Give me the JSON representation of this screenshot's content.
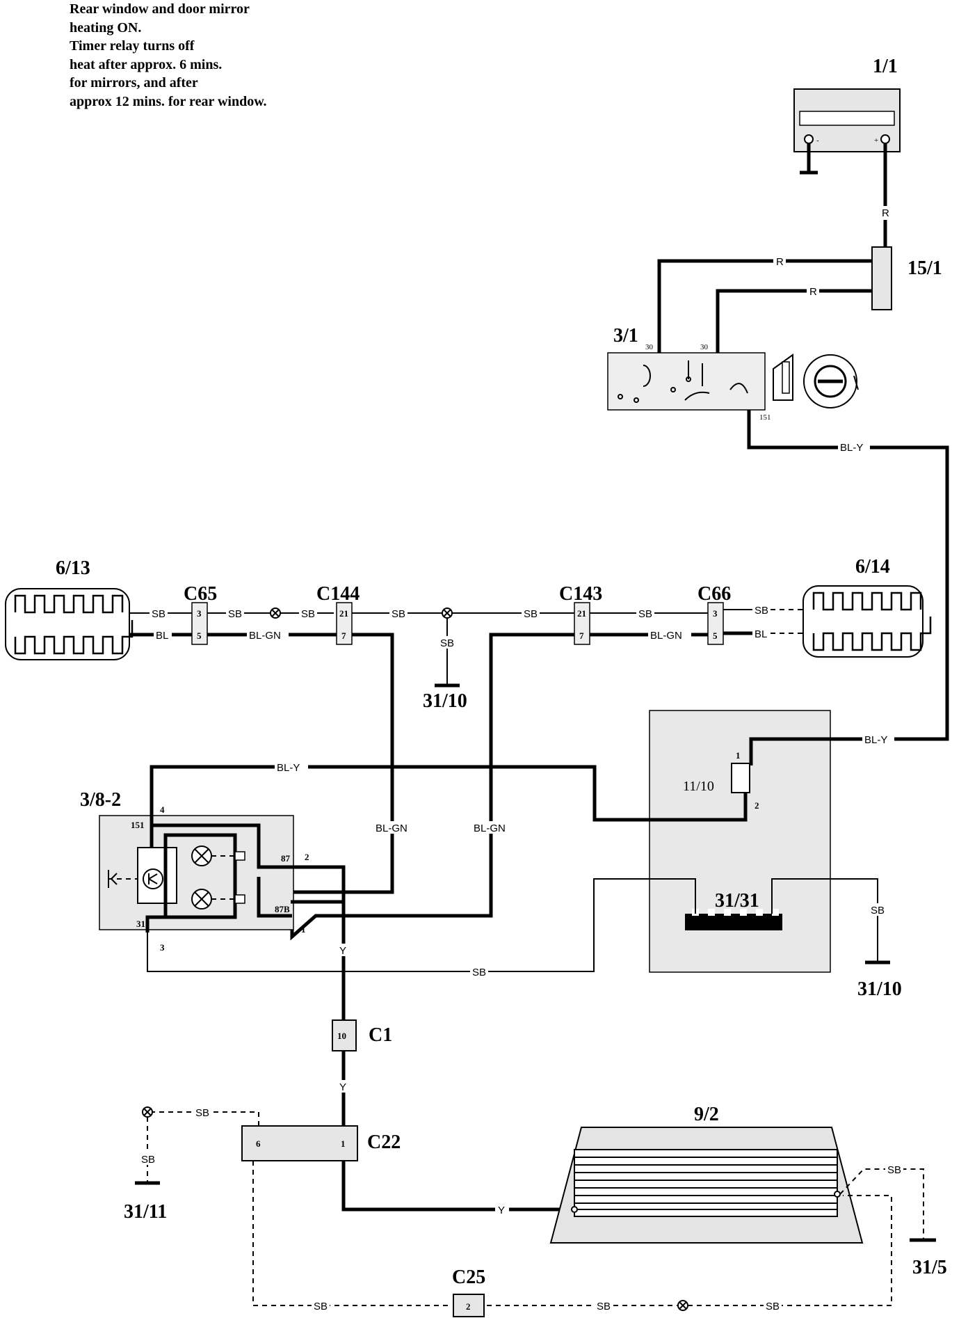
{
  "note": {
    "lines": [
      "Rear window and door mirror",
      "heating ON.",
      "Timer relay turns off",
      "heat after approx. 6 mins.",
      "for mirrors, and after",
      "approx 12 mins. for rear window."
    ]
  },
  "components": {
    "battery": "1/1",
    "fuse_box": "15/1",
    "ignition_switch": "3/1",
    "mirror_left": "6/13",
    "mirror_right": "6/14",
    "connector_c65": "C65",
    "connector_c144": "C144",
    "connector_c143": "C143",
    "connector_c66": "C66",
    "timer_relay": "3/8-2",
    "control_panel_switch": "11/10",
    "earth_bar": "31/31",
    "connector_c1": "C1",
    "connector_c22": "C22",
    "connector_c25": "C25",
    "rear_window": "9/2",
    "ground_31_10_a": "31/10",
    "ground_31_10_b": "31/10",
    "ground_31_11": "31/11",
    "ground_31_5": "31/5"
  },
  "pins": {
    "c65_top": "3",
    "c65_bot": "5",
    "c144_top": "21",
    "c144_bot": "7",
    "c143_top": "21",
    "c143_bot": "7",
    "c66_top": "3",
    "c66_bot": "5",
    "c1": "10",
    "c22_left": "6",
    "c22_right": "1",
    "c25": "2",
    "ign_30": "30",
    "ign_30b": "30",
    "ign_151": "151",
    "relay_151": "151",
    "relay_31": "31",
    "relay_87": "87",
    "relay_87b": "87B",
    "relay_4": "4",
    "relay_2": "2",
    "relay_1": "1",
    "relay_3": "3",
    "sw_1": "1",
    "sw_2": "2"
  },
  "wires": {
    "r_batt": "R",
    "r1": "R",
    "r2": "R",
    "bl_y_ign": "BL-Y",
    "bl_y_right": "BL-Y",
    "bl_y_relay": "BL-Y",
    "sb_a": "SB",
    "sb_b": "SB",
    "sb_c": "SB",
    "sb_d": "SB",
    "sb_e": "SB",
    "sb_f": "SB",
    "sb_g": "SB",
    "bl_a": "BL",
    "bl_b": "BL",
    "bl_gn_a": "BL-GN",
    "bl_gn_b": "BL-GN",
    "bl_gn_c": "BL-GN",
    "bl_gn_d": "BL-GN",
    "sb_relay": "SB",
    "sb_earthbar": "SB",
    "y_a": "Y",
    "y_b": "Y",
    "y_c": "Y",
    "sb_c22": "SB",
    "sb_3111": "SB",
    "sb_bottom_l": "SB",
    "sb_bottom_m": "SB",
    "sb_bottom_r": "SB",
    "sb_315": "SB"
  },
  "icons": {
    "battery": "battery-icon",
    "ground": "ground-icon",
    "heater": "heater-element-icon",
    "splice": "splice-icon",
    "relay": "timer-relay-icon"
  }
}
